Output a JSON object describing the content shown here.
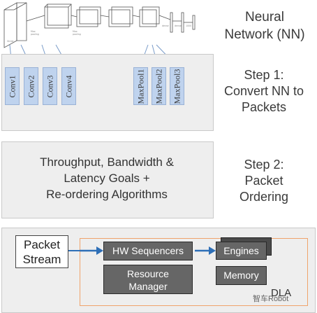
{
  "nn_title": [
    "Neural",
    "Network (NN)"
  ],
  "step1": {
    "label": [
      "Step 1:",
      "Convert NN to",
      "Packets"
    ],
    "conv_layers": [
      "Conv1",
      "Conv2",
      "Conv3",
      "Conv4"
    ],
    "pool_layers": [
      "MaxPool1",
      "MaxPool2",
      "MaxPool3"
    ]
  },
  "step2": {
    "label": [
      "Step 2:",
      "Packet",
      "Ordering"
    ],
    "goals": [
      "Throughput, Bandwidth &",
      "Latency Goals +",
      "Re-ordering Algorithms"
    ]
  },
  "dla": {
    "packet_stream": [
      "Packet",
      "Stream"
    ],
    "hw_sequencers": "HW Sequencers",
    "engines": "Engines",
    "resource_manager": [
      "Resource",
      "Manager"
    ],
    "memory": "Memory",
    "label": "DLA",
    "watermark": "智车Robot"
  },
  "colors": {
    "panel_bg": "#eeeeee",
    "layer_box": "#bfd3ee",
    "dark_box": "#666666",
    "dla_frame": "#f0a36b",
    "arrow": "#2e6fb7"
  }
}
